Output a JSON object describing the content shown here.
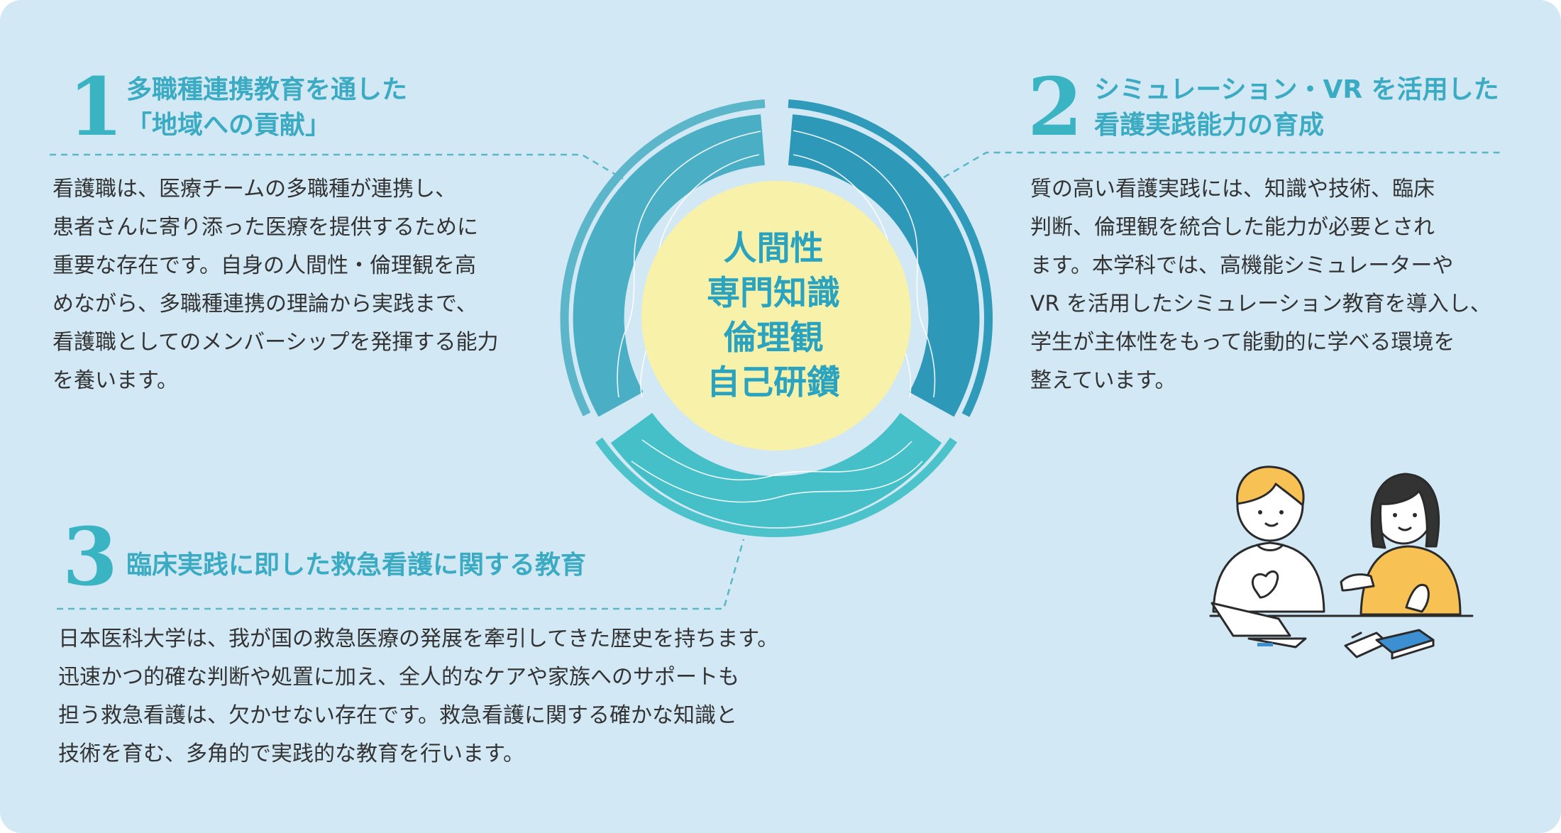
{
  "center": {
    "lines": [
      "人間性",
      "専門知識",
      "倫理観",
      "自己研鑽"
    ]
  },
  "sections": [
    {
      "number": "1",
      "heading": [
        "多職種連携教育を通した",
        "「地域への貢献」"
      ],
      "body": [
        "看護職は、医療チームの多職種が連携し、",
        "患者さんに寄り添った医療を提供するために",
        "重要な存在です。自身の人間性・倫理観を高",
        "めながら、多職種連携の理論から実践まで、",
        "看護職としてのメンバーシップを発揮する能力",
        "を養います。"
      ]
    },
    {
      "number": "2",
      "heading": [
        "シミュレーション・VR を活用した",
        "看護実践能力の育成"
      ],
      "body": [
        "質の高い看護実践には、知識や技術、臨床",
        "判断、倫理観を統合した能力が必要とされ",
        "ます。本学科では、高機能シミュレーターや",
        "VR を活用したシミュレーション教育を導入し、",
        "学生が主体性をもって能動的に学べる環境を",
        "整えています。"
      ]
    },
    {
      "number": "3",
      "heading": [
        "臨床実践に即した救急看護に関する教育"
      ],
      "body": [
        "日本医科大学は、我が国の救急医療の発展を牽引してきた歴史を持ちます。",
        "迅速かつ的確な判断や処置に加え、全人的なケアや家族へのサポートも",
        "担う救急看護は、欠かせない存在です。救急看護に関する確かな知識と",
        "技術を育む、多角的で実践的な教育を行います。"
      ]
    }
  ],
  "colors": {
    "background": "#d2e8f5",
    "accent": "#3ab4c3",
    "center_fill": "#f7f1a9",
    "segment_left": "#4aafc5",
    "segment_right": "#2d98b8",
    "segment_bottom": "#45c0c8"
  },
  "illustration": {
    "icon": "students-studying-illustration"
  }
}
